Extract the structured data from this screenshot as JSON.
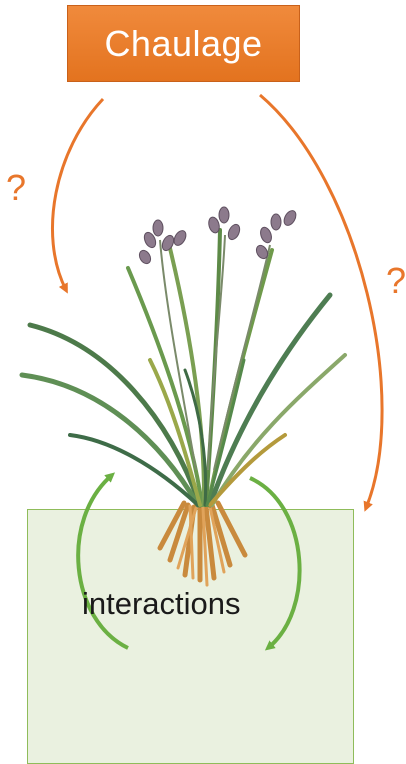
{
  "header": {
    "label": "Chaulage",
    "color": "#e8762b"
  },
  "question_marks": {
    "left": "?",
    "right": "?"
  },
  "soil": {
    "label": "interactions",
    "fill": "#eaf1e0",
    "border": "#8fbc5a"
  },
  "icons": {
    "plant": "grass-tuft-illustration"
  }
}
